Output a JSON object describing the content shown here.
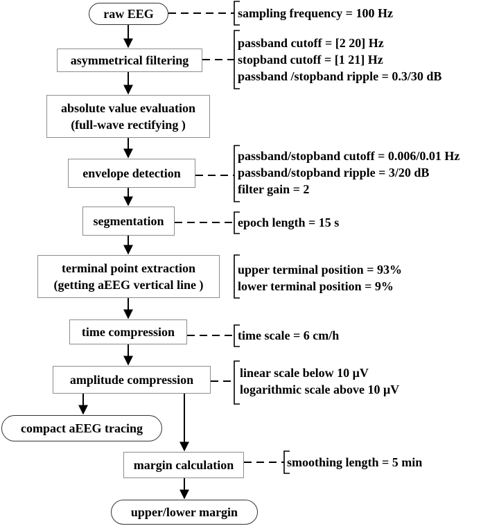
{
  "nodes": {
    "raw_eeg": "raw EEG",
    "asym_filter": "asymmetrical filtering",
    "abs_value_1": "absolute value  evaluation",
    "abs_value_2": "(full-wave rectifying )",
    "envelope": "envelope detection",
    "segmentation": "segmentation",
    "terminal_1": "terminal point extraction",
    "terminal_2": "(getting aEEG vertical line )",
    "time_comp": "time compression",
    "amp_comp": "amplitude compression",
    "compact": "compact aEEG tracing",
    "margin_calc": "margin calculation",
    "upper_lower": "upper/lower margin"
  },
  "notes": {
    "sampling": "sampling frequency = 100 Hz",
    "filter": [
      "passband  cutoff = [2 20] Hz",
      "stopband  cutoff = [1 21] Hz",
      "passband /stopband ripple  = 0.3/30 dB"
    ],
    "envelope": [
      "passband/stopband cutoff = 0.006/0.01 Hz",
      "passband/stopband ripple = 3/20 dB",
      "filter gain = 2"
    ],
    "epoch": "epoch length  = 15 s",
    "terminal": [
      "upper terminal position = 93%",
      "lower terminal position = 9%"
    ],
    "time_scale": "time scale = 6 cm/h",
    "amplitude": [
      "linear scale below  10 μV",
      "logarithmic scale above  10 μV"
    ],
    "smoothing": "smoothing length  = 5 min"
  }
}
